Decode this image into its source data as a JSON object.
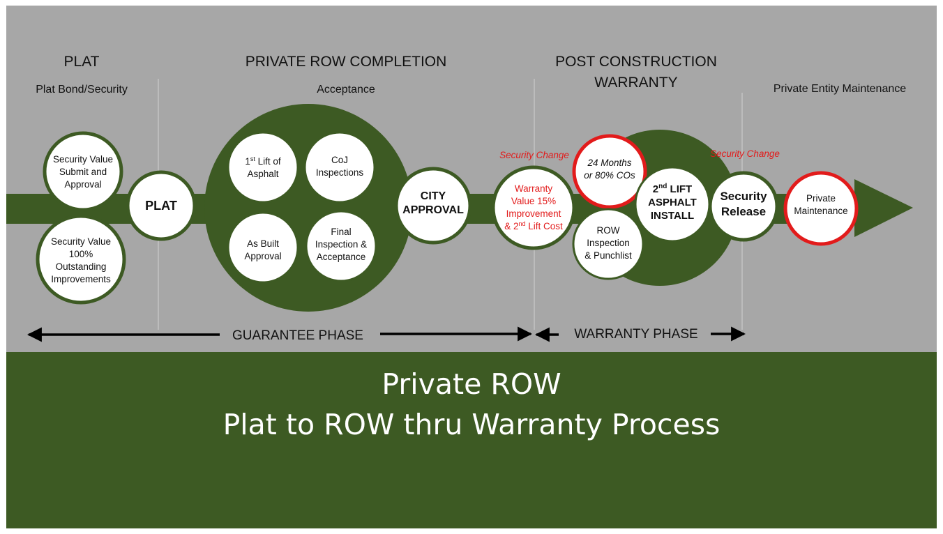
{
  "colors": {
    "background_top": "#a7a7a7",
    "background_bottom": "#3d5a23",
    "arrow_green": "#3d5a23",
    "highlight_red": "#e21b1b",
    "circle_fill": "#ffffff",
    "text_dark": "#111111"
  },
  "headings": {
    "plat": "PLAT",
    "plat_sub": "Plat Bond/Security",
    "row_completion": "PRIVATE ROW COMPLETION",
    "row_completion_sub": "Acceptance",
    "post_construction_1": "POST CONSTRUCTION",
    "post_construction_2": "WARRANTY",
    "private_entity": "Private Entity Maintenance"
  },
  "security_change_label": "Security Change",
  "nodes": {
    "sec_submit": [
      "Security Value",
      "Submit and",
      "Approval"
    ],
    "sec_100": [
      "Security Value",
      "100%",
      "Outstanding",
      "Improvements"
    ],
    "plat": [
      "PLAT"
    ],
    "asphalt_1_main": "1",
    "asphalt_1_sup": "st",
    "asphalt_1_rest": " Lift of",
    "asphalt_1_line2": "Asphalt",
    "coj": [
      "CoJ",
      "Inspections"
    ],
    "as_built": [
      "As Built",
      "Approval"
    ],
    "final": [
      "Final",
      "Inspection &",
      "Acceptance"
    ],
    "city": [
      "CITY",
      "APPROVAL"
    ],
    "warranty_value": [
      "Warranty",
      "Value 15%",
      "Improvement"
    ],
    "warranty_value_last_main": "& 2",
    "warranty_value_last_sup": "nd",
    "warranty_value_last_rest": " Lift Cost",
    "months": [
      "24 Months",
      "or 80% COs"
    ],
    "lift2_main": "2",
    "lift2_sup": "nd",
    "lift2_rest": " LIFT",
    "lift2_lines": [
      "ASPHALT",
      "INSTALL"
    ],
    "row_inspection": [
      "ROW",
      "Inspection",
      "& Punchlist"
    ],
    "security_release": [
      "Security",
      "Release"
    ],
    "private_maintenance": [
      "Private",
      "Maintenance"
    ]
  },
  "phases": {
    "guarantee": "GUARANTEE PHASE",
    "warranty": "WARRANTY PHASE"
  },
  "title": {
    "line1": "Private ROW",
    "line2": "Plat to ROW thru Warranty Process"
  }
}
